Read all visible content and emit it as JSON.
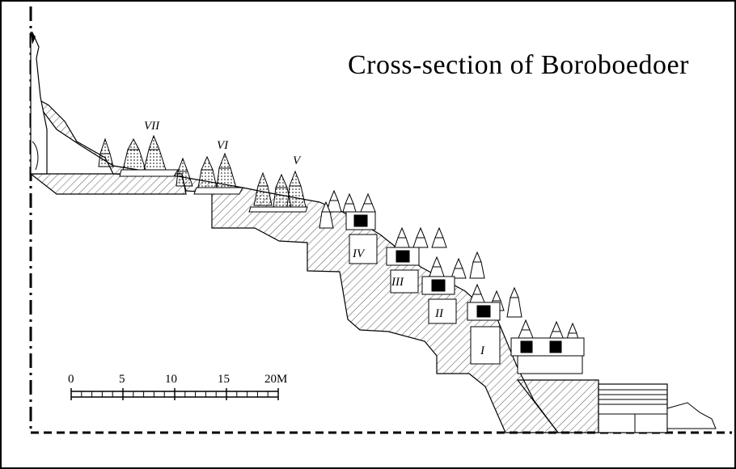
{
  "title": "Cross-section of Boroboedoer",
  "terrace_labels": {
    "t7": "VII",
    "t6": "VI",
    "t5": "V",
    "t4": "IV",
    "t3": "III",
    "t2": "II",
    "t1": "I"
  },
  "scale_bar": {
    "ticks": [
      "0",
      "5",
      "10",
      "15",
      "20M"
    ]
  },
  "colors": {
    "line": "#000000",
    "background": "#ffffff",
    "hatch": "#555555"
  }
}
